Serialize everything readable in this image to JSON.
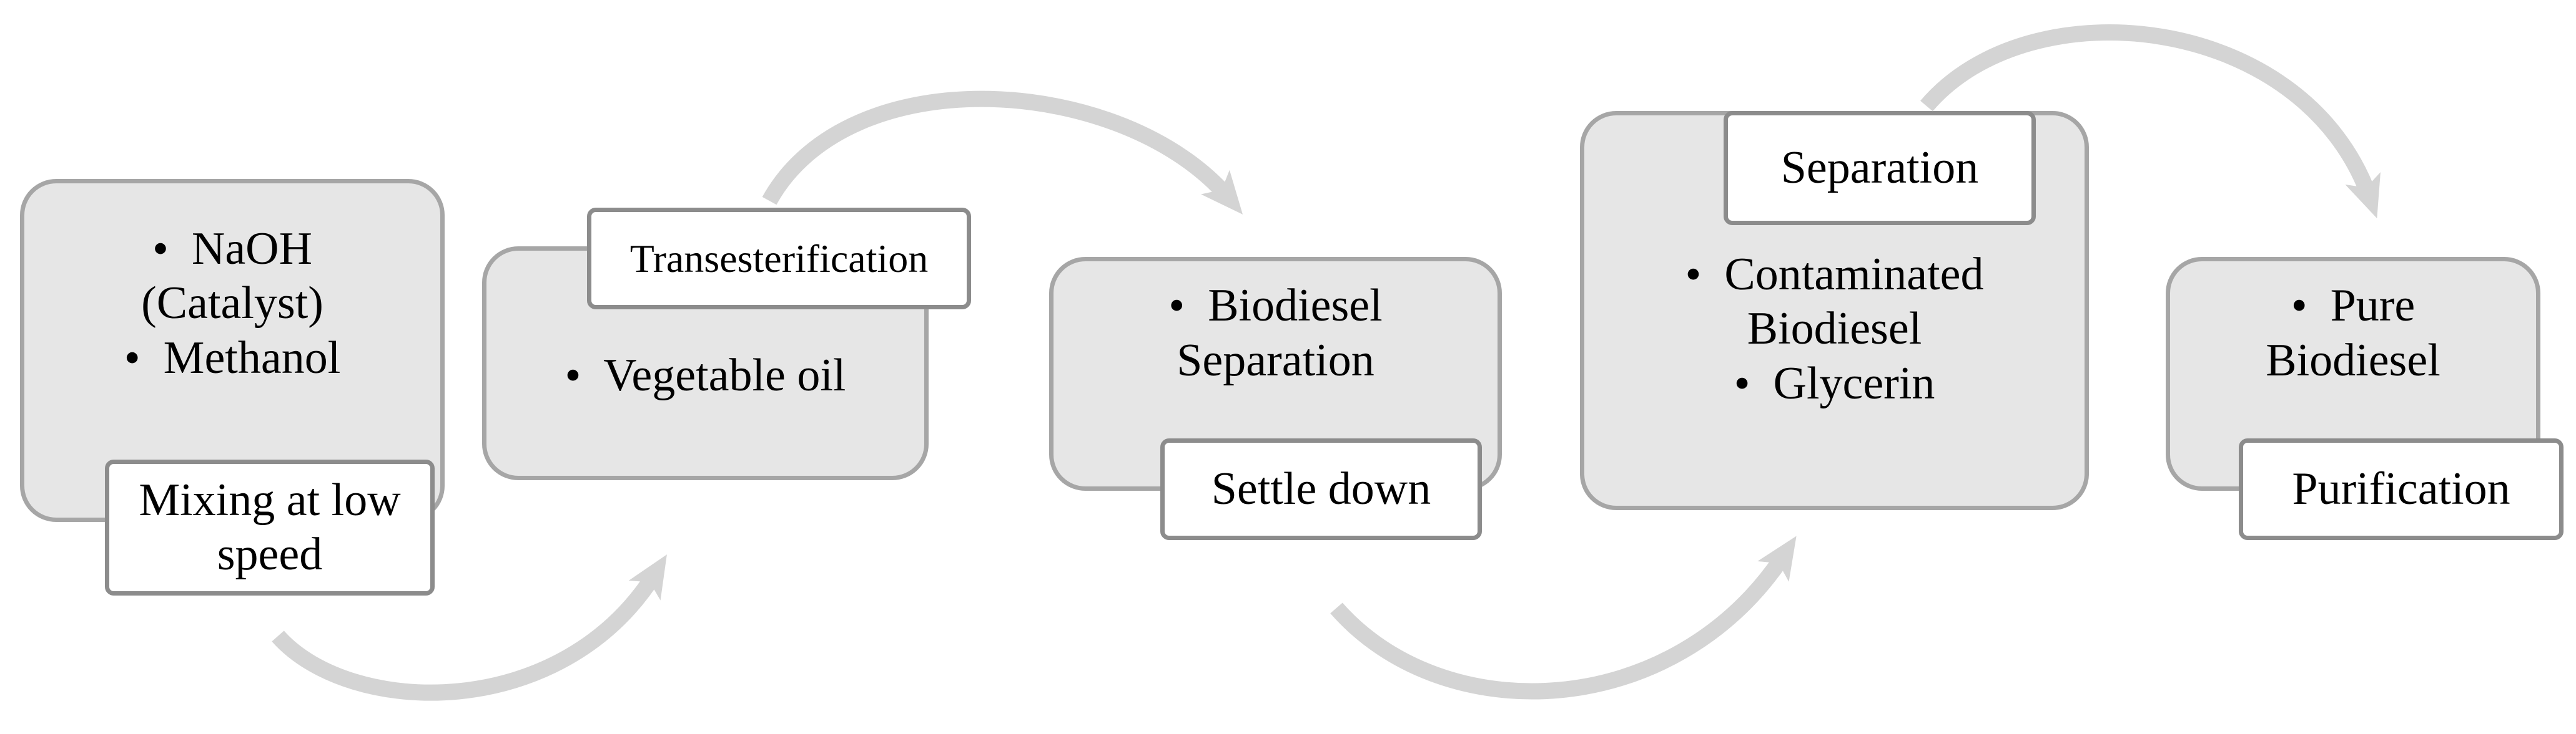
{
  "colors": {
    "box_fill": "#e6e6e6",
    "box_border": "#a6a6a6",
    "label_fill": "#ffffff",
    "label_border": "#8c8c8c",
    "arrow": "#d4d4d4"
  },
  "steps": [
    {
      "items": [
        "NaOH (Catalyst)",
        "Methanol"
      ],
      "item_lines": [
        [
          "NaOH",
          "(Catalyst)"
        ],
        [
          "Methanol"
        ]
      ],
      "label": "Mixing at low speed",
      "label_lines": [
        "Mixing at low",
        "speed"
      ]
    },
    {
      "items": [
        "Vegetable oil"
      ],
      "item_lines": [
        [
          "Vegetable oil"
        ]
      ],
      "label": "Transesterification",
      "label_lines": [
        "Transesterification"
      ]
    },
    {
      "items": [
        "Biodiesel Separation"
      ],
      "item_lines": [
        [
          "Biodiesel",
          "Separation"
        ]
      ],
      "label": "Settle down",
      "label_lines": [
        "Settle down"
      ]
    },
    {
      "items": [
        "Contaminated Biodiesel",
        "Glycerin"
      ],
      "item_lines": [
        [
          "Contaminated",
          "Biodiesel"
        ],
        [
          "Glycerin"
        ]
      ],
      "label": "Separation",
      "label_lines": [
        "Separation"
      ]
    },
    {
      "items": [
        "Pure Biodiesel"
      ],
      "item_lines": [
        [
          "Pure",
          "Biodiesel"
        ]
      ],
      "label": "Purification",
      "label_lines": [
        "Purification"
      ]
    }
  ],
  "arrow_icon": "curved-arrow-icon"
}
